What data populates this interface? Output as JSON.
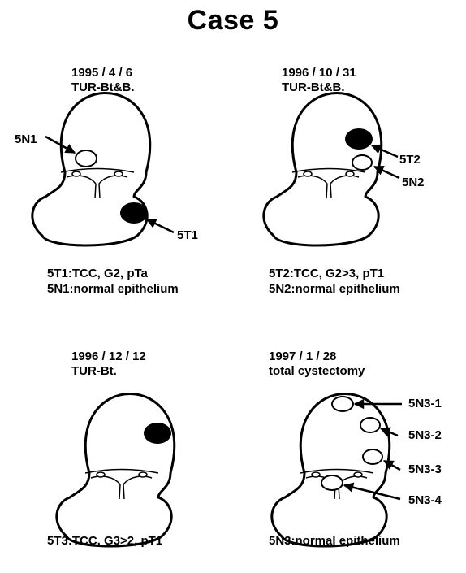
{
  "title": "Case 5",
  "colors": {
    "ink": "#000000",
    "paper": "#ffffff"
  },
  "panels": [
    {
      "date": "1995 / 4 / 6",
      "procedure": "TUR-Bt&B.",
      "markers": [
        {
          "label": "5N1",
          "fill": "open"
        },
        {
          "label": "5T1",
          "fill": "filled"
        }
      ],
      "findings": [
        "5T1:TCC, G2, pTa",
        "5N1:normal epithelium"
      ]
    },
    {
      "date": "1996 / 10 / 31",
      "procedure": "TUR-Bt&B.",
      "markers": [
        {
          "label": "5T2",
          "fill": "filled"
        },
        {
          "label": "5N2",
          "fill": "open"
        }
      ],
      "findings": [
        "5T2:TCC, G2>3, pT1",
        "5N2:normal epithelium"
      ]
    },
    {
      "date": "1996 / 12 / 12",
      "procedure": "TUR-Bt.",
      "markers": [
        {
          "label": "",
          "fill": "filled"
        }
      ],
      "findings": [
        "5T3:TCC, G3>2, pT1"
      ]
    },
    {
      "date": "1997 / 1 / 28",
      "procedure": "total cystectomy",
      "markers": [
        {
          "label": "5N3-1",
          "fill": "open"
        },
        {
          "label": "5N3-2",
          "fill": "open"
        },
        {
          "label": "5N3-3",
          "fill": "open"
        },
        {
          "label": "5N3-4",
          "fill": "open"
        }
      ],
      "findings": [
        "5N3:normal epithelium"
      ]
    }
  ]
}
